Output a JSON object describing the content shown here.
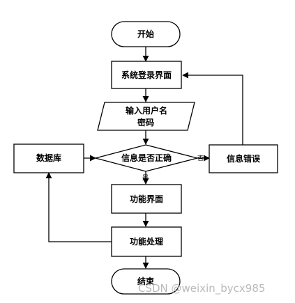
{
  "diagram": {
    "nodes": {
      "start": {
        "label": "开始",
        "shape": "terminal"
      },
      "login": {
        "label": "系统登录界面",
        "shape": "process"
      },
      "input": {
        "label_line1": "输入用户名",
        "label_line2": "密码",
        "shape": "io"
      },
      "check": {
        "label": "信息是否正确",
        "shape": "decision"
      },
      "database": {
        "label": "数据库",
        "shape": "process"
      },
      "error": {
        "label": "信息错误",
        "shape": "process"
      },
      "function_ui": {
        "label": "功能界面",
        "shape": "process"
      },
      "process": {
        "label": "功能处理",
        "shape": "process"
      },
      "end": {
        "label": "结束",
        "shape": "terminal"
      }
    },
    "edge_labels": {
      "no": "否",
      "yes": "是"
    }
  },
  "watermark": "CSDN @weixin_bycx985",
  "colors": {
    "stroke": "#000000",
    "fill": "#ffffff",
    "watermark": "#b9b9b9"
  }
}
